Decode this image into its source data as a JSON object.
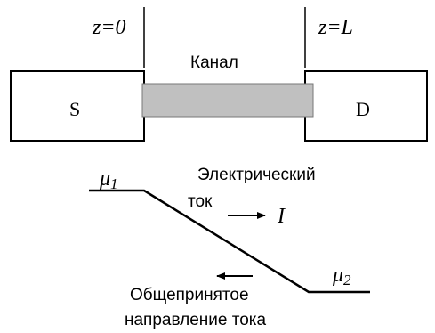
{
  "boundaries": {
    "left_label": "z=0",
    "right_label": "z=L"
  },
  "channel": {
    "label": "Канал",
    "fill_color": "#c0c0c0"
  },
  "source": {
    "label": "S"
  },
  "drain": {
    "label": "D"
  },
  "potential": {
    "mu1_symbol": "μ",
    "mu1_subscript": "1",
    "mu2_symbol": "μ",
    "mu2_subscript": "2"
  },
  "electric_current": {
    "line1": "Электрический",
    "line2": "ток",
    "symbol": "I"
  },
  "conventional_direction": {
    "line1": "Общепринятое",
    "line2": "направление тока"
  }
}
